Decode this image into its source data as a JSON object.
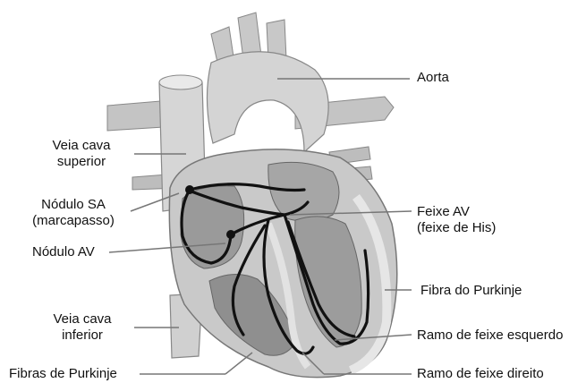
{
  "labels": {
    "aorta": "Aorta",
    "veia_cava_superior": [
      "Veia cava",
      "superior"
    ],
    "nodulo_sa": [
      "Nódulo SA",
      "(marcapasso)"
    ],
    "nodulo_av": "Nódulo AV",
    "veia_cava_inferior": [
      "Veia cava",
      "inferior"
    ],
    "fibras_purkinje": "Fibras de Purkinje",
    "feixe_av": [
      "Feixe AV",
      "(feixe de His)"
    ],
    "fibra_purkinje_right": "Fibra do Purkinje",
    "ramo_esquerdo": "Ramo de feixe esquerdo",
    "ramo_direito": "Ramo de feixe direito"
  },
  "colors": {
    "heart_fill": "#c9c9c9",
    "heart_dark": "#8a8a8a",
    "heart_light": "#e4e4e4",
    "conduction_path": "#111111",
    "leader_line": "#777777"
  }
}
